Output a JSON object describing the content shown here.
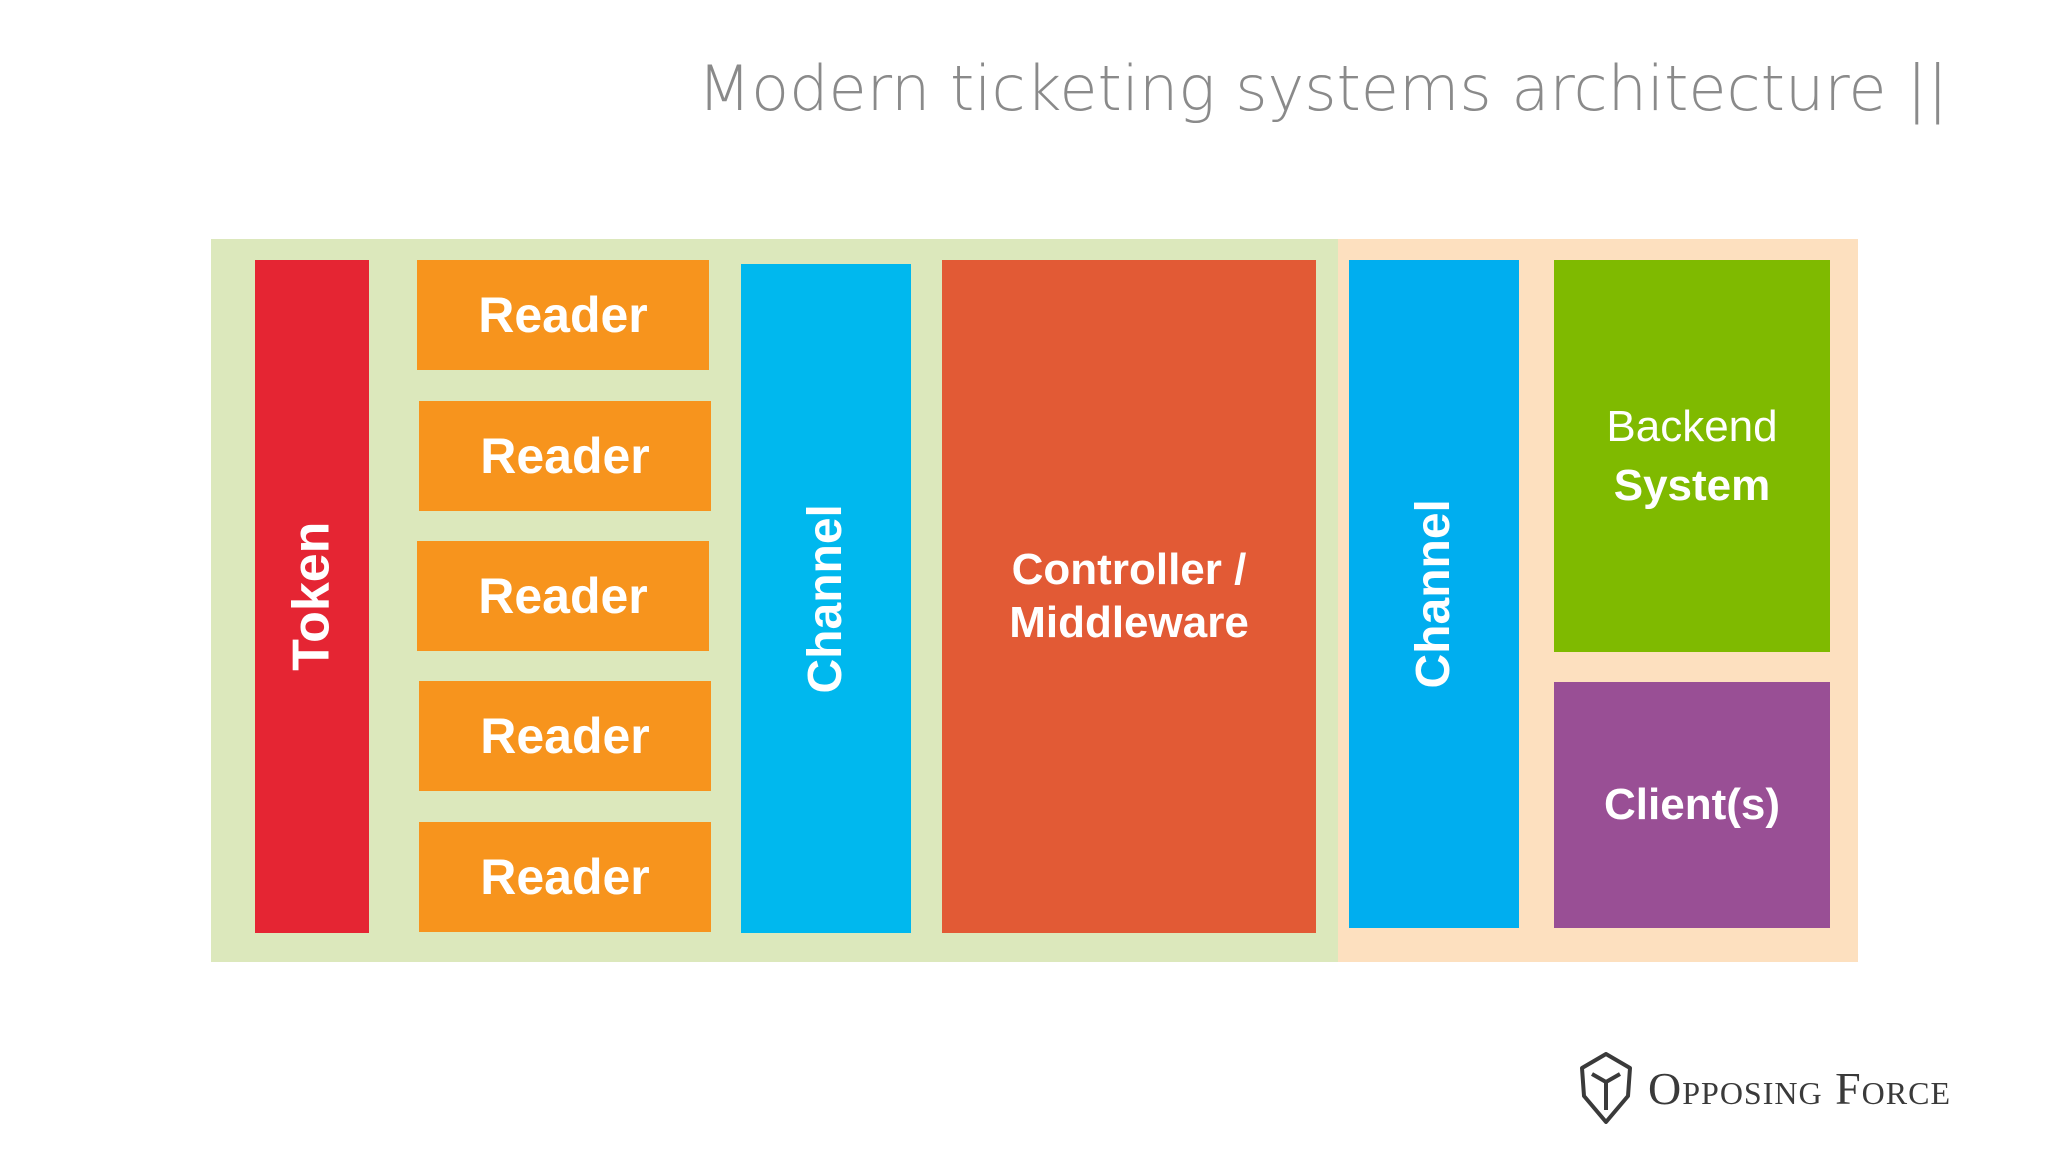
{
  "slide": {
    "title": "Modern ticketing systems architecture ||"
  },
  "diagram": {
    "token": "Token",
    "readers": [
      "Reader",
      "Reader",
      "Reader",
      "Reader",
      "Reader"
    ],
    "channel_left": "Channel",
    "controller_line1": "Controller /",
    "controller_line2": "Middleware",
    "channel_right": "Channel",
    "backend_line1": "Backend",
    "backend_line2": "System",
    "clients": "Client(s)"
  },
  "logo": {
    "text": "Opposing Force",
    "icon": "shield-icon"
  },
  "colors": {
    "left_region": "#dce8bc",
    "right_region": "#fde0bf",
    "token": "#e52533",
    "reader": "#f7941d",
    "channel_left": "#00b8ee",
    "channel_right": "#00aeef",
    "controller": "#e25a35",
    "backend": "#7fba00",
    "clients": "#994f95"
  }
}
